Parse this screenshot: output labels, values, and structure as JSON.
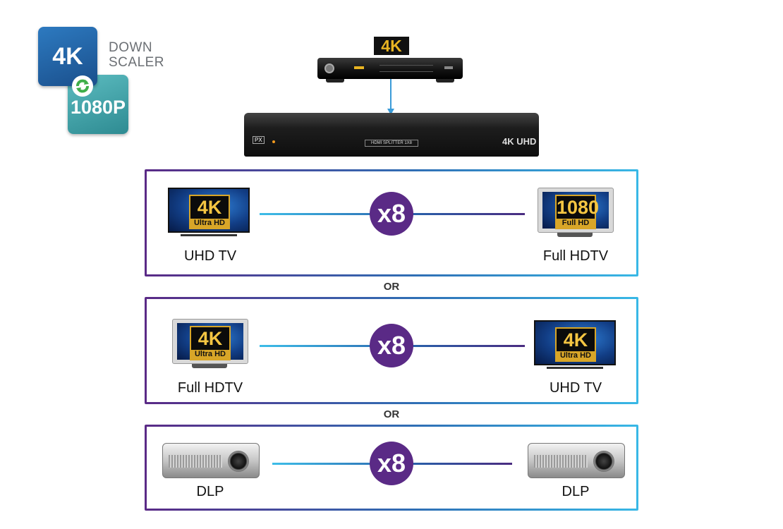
{
  "badge": {
    "top": "4K",
    "bottom": "1080P",
    "label_line1": "DOWN",
    "label_line2": "SCALER"
  },
  "source": {
    "tag": "4K"
  },
  "splitter": {
    "brand": "PX",
    "panel_text": "HDMI SPLITTER 1X8",
    "logo": "4K UHD"
  },
  "rows": [
    {
      "left_label": "UHD TV",
      "right_label": "Full HDTV",
      "multiplier": "x8",
      "left_emblem": {
        "big": "4K",
        "small": "Ultra HD"
      },
      "right_emblem": {
        "big": "1080",
        "small": "Full HD"
      }
    },
    {
      "left_label": "Full HDTV",
      "right_label": "UHD TV",
      "multiplier": "x8",
      "left_emblem": {
        "big": "4K",
        "small": "Ultra HD"
      },
      "right_emblem": {
        "big": "4K",
        "small": "Ultra HD"
      }
    },
    {
      "left_label": "DLP",
      "right_label": "DLP",
      "multiplier": "x8"
    }
  ],
  "separators": [
    "OR",
    "OR"
  ],
  "colors": {
    "frame_start": "#5a2a86",
    "frame_end": "#38b8e6",
    "multiplier_circle": "#5a2a86",
    "badge_blue": "#1a4f8c",
    "badge_teal": "#2e8b92"
  }
}
